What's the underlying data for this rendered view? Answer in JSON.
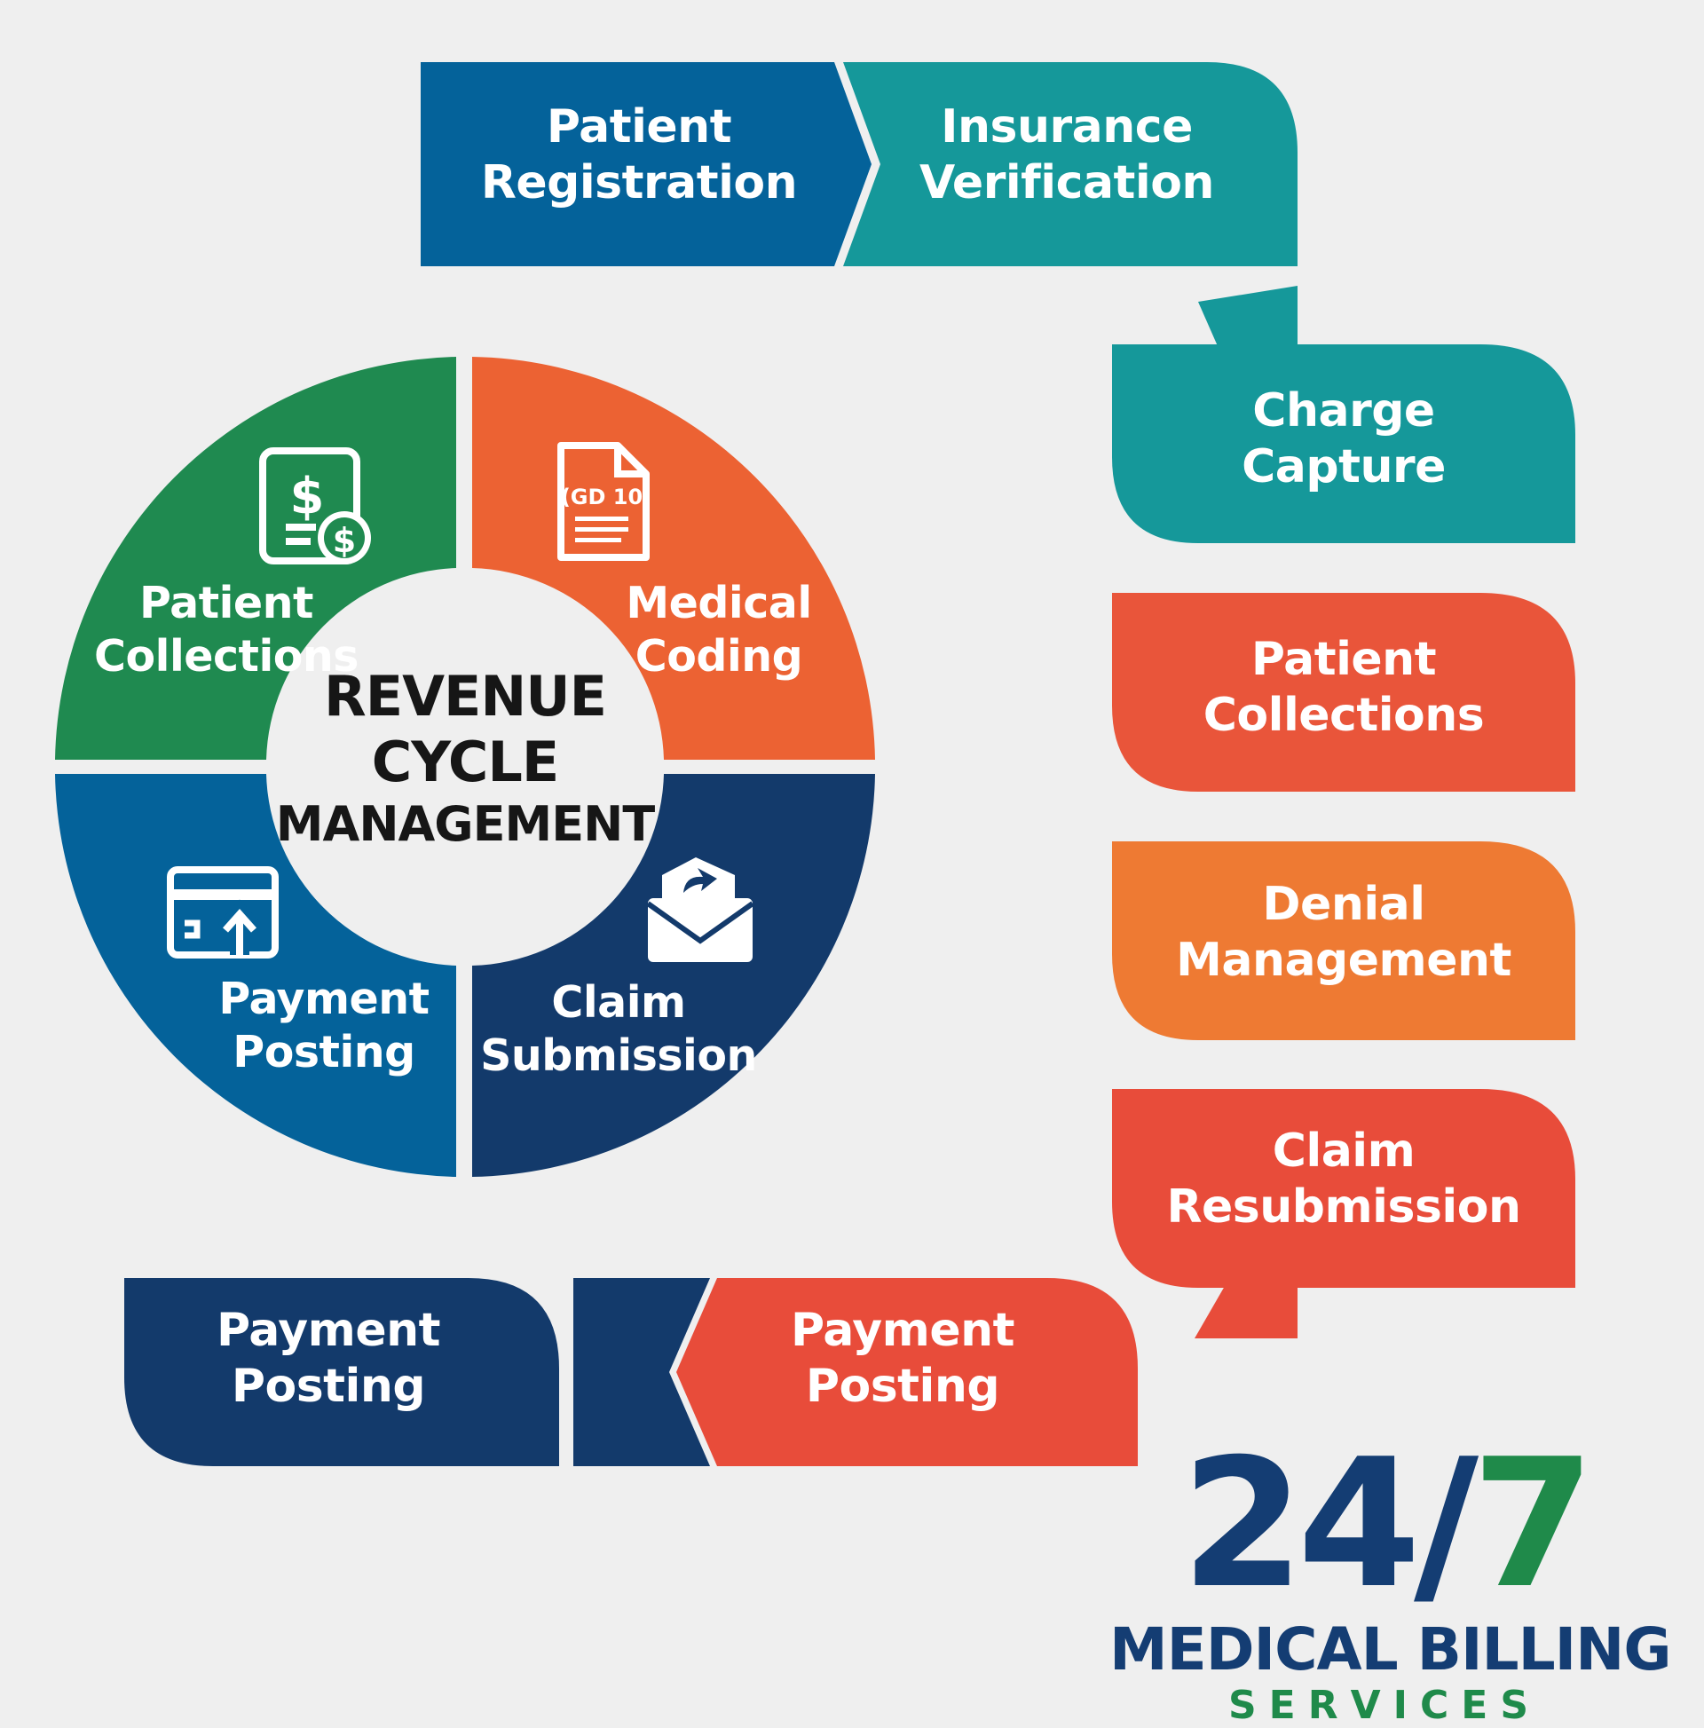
{
  "flow": {
    "patient_registration": [
      "Patient",
      "Registration"
    ],
    "insurance_verification": [
      "Insurance",
      "Verification"
    ],
    "charge_capture": [
      "Charge",
      "Capture"
    ],
    "patient_collections": [
      "Patient",
      "Collections"
    ],
    "denial_management": [
      "Denial",
      "Management"
    ],
    "claim_resubmission": [
      "Claim",
      "Resubmission"
    ],
    "payment_posting_red": [
      "Payment",
      "Posting"
    ],
    "payment_posting_navy": [
      "Payment",
      "Posting"
    ]
  },
  "ring": {
    "center": [
      "REVENUE",
      "CYCLE",
      "MANAGEMENT"
    ],
    "patient_collections": [
      "Patient",
      "Collections"
    ],
    "medical_coding": [
      "Medical",
      "Coding"
    ],
    "payment_posting": [
      "Payment",
      "Posting"
    ],
    "claim_submission": [
      "Claim",
      "Submission"
    ],
    "coding_icon_text": "(GD 10",
    "dollar_symbol": "$"
  },
  "brand": {
    "number_main": "24/",
    "number_accent": "7",
    "line1": "MEDICAL BILLING",
    "line2": "SERVICES"
  },
  "colors": {
    "dark_blue": "#04629a",
    "teal": "#15989a",
    "green": "#1f8a50",
    "orange": "#ec6233",
    "red_orange": "#e9553a",
    "orange_light": "#ee7a33",
    "red": "#e84c3a",
    "navy": "#133a6b",
    "brand_navy": "#143d73",
    "brand_green": "#1f8a4a"
  },
  "icons": [
    "dollar-document-icon",
    "icd10-document-icon",
    "payment-card-icon",
    "claim-envelope-icon"
  ]
}
